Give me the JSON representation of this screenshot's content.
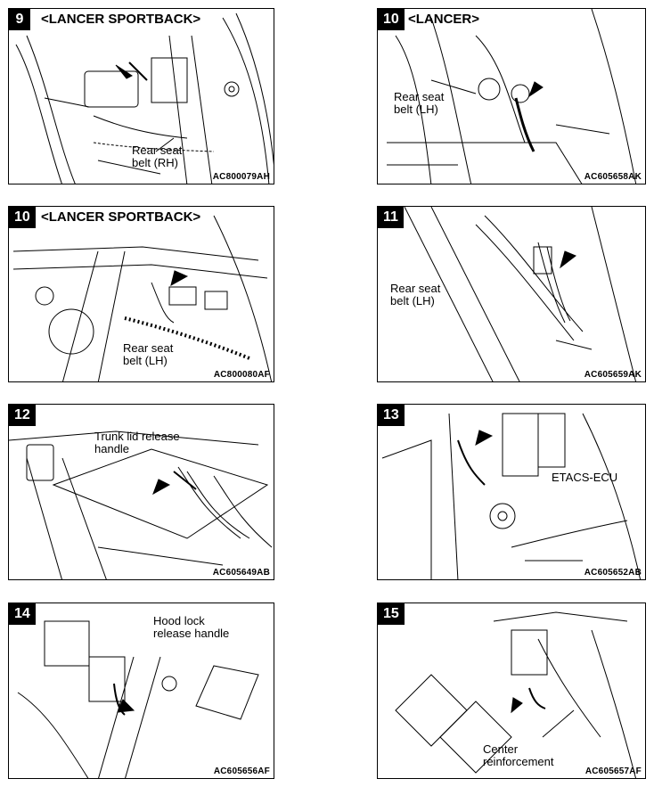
{
  "panels": [
    {
      "step": "9",
      "title": "<LANCER SPORTBACK>",
      "label": "Rear seat\nbelt (RH)",
      "code": "AC800079AH"
    },
    {
      "step": "10",
      "title": "<LANCER>",
      "label": "Rear seat\nbelt (LH)",
      "code": "AC605658AK"
    },
    {
      "step": "10",
      "title": "<LANCER SPORTBACK>",
      "label": "Rear seat\nbelt (LH)",
      "code": "AC800080AF"
    },
    {
      "step": "11",
      "title": "",
      "label": "Rear seat\nbelt (LH)",
      "code": "AC605659AK"
    },
    {
      "step": "12",
      "title": "",
      "label": "Trunk lid release\nhandle",
      "code": "AC605649AB"
    },
    {
      "step": "13",
      "title": "",
      "label": "ETACS-ECU",
      "code": "AC605652AB"
    },
    {
      "step": "14",
      "title": "",
      "label": "Hood lock\nrelease handle",
      "code": "AC605656AF"
    },
    {
      "step": "15",
      "title": "",
      "label": "Center\nreinforcement",
      "code": "AC605657AF"
    }
  ]
}
